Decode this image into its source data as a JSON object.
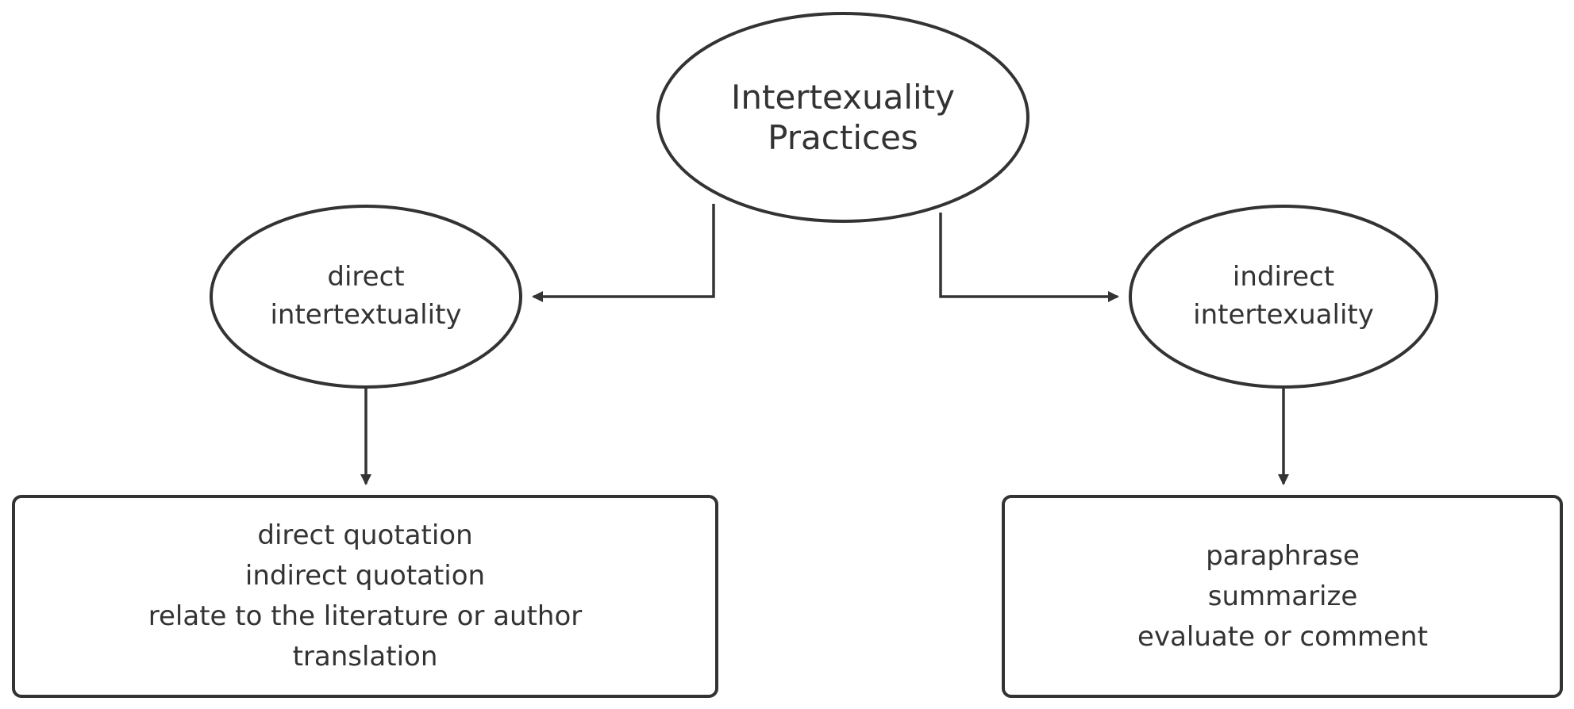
{
  "diagram": {
    "root": {
      "lines": [
        "Intertexuality",
        "Practices"
      ]
    },
    "left_branch": {
      "lines": [
        "direct",
        "intertextuality"
      ],
      "items": [
        "direct quotation",
        "indirect quotation",
        "relate to the literature or author",
        "translation"
      ]
    },
    "right_branch": {
      "lines": [
        "indirect",
        "intertexuality"
      ],
      "items": [
        "paraphrase",
        "summarize",
        "evaluate or comment"
      ]
    },
    "colors": {
      "stroke": "#333333",
      "text": "#333333",
      "background": "#ffffff"
    }
  }
}
